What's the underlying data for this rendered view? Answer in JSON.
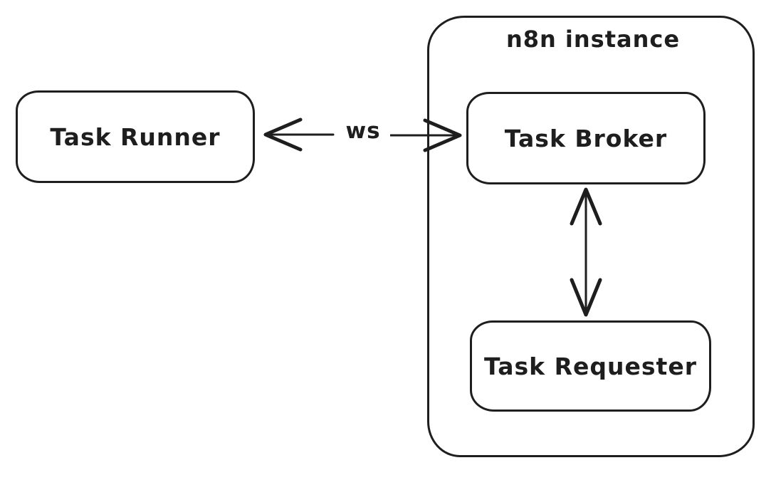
{
  "container": {
    "label": "n8n instance"
  },
  "nodes": {
    "task_runner": {
      "label": "Task Runner"
    },
    "task_broker": {
      "label": "Task Broker"
    },
    "task_requester": {
      "label": "Task Requester"
    }
  },
  "edges": {
    "runner_broker": {
      "label": "ws",
      "direction": "bidirectional"
    },
    "broker_requester": {
      "direction": "bidirectional"
    }
  },
  "colors": {
    "stroke": "#1e1e1e",
    "background": "#ffffff"
  }
}
